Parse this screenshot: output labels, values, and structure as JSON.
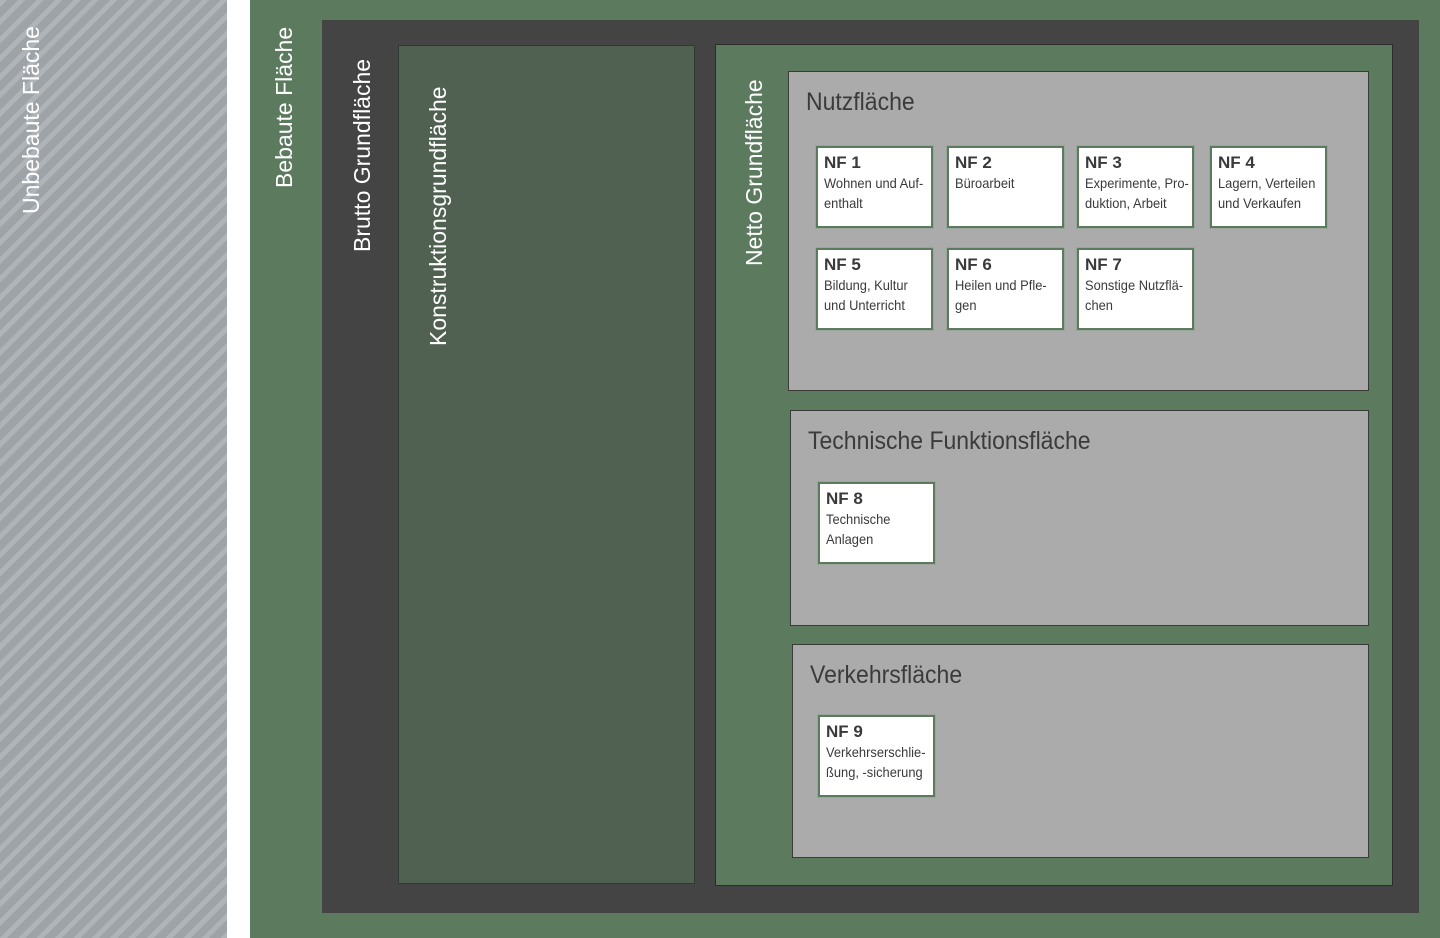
{
  "areas": {
    "unbebaut": "Unbebaute Fläche",
    "bebaut": "Bebaute Fläche",
    "brutto": "Brutto Grundfläche",
    "konstruktion": "Konstruktionsgrundfläche",
    "netto": "Netto Grundfläche"
  },
  "sections": {
    "nutzflaeche": "Nutzfläche",
    "technisch": "Technische Funktionsfläche",
    "verkehr": "Verkehrsfläche"
  },
  "cards": [
    {
      "code": "NF 1",
      "desc": "Wohnen und Auf-\nenthalt"
    },
    {
      "code": "NF 2",
      "desc": "Büroarbeit"
    },
    {
      "code": "NF 3",
      "desc": "Experimente, Pro-\nduktion, Arbeit"
    },
    {
      "code": "NF 4",
      "desc": "Lagern, Verteilen\nund Verkaufen"
    },
    {
      "code": "NF 5",
      "desc": "Bildung, Kultur\nund Unterricht"
    },
    {
      "code": "NF 6",
      "desc": "Heilen und Pfle-\ngen"
    },
    {
      "code": "NF 7",
      "desc": "Sonstige Nutzflä-\nchen"
    },
    {
      "code": "NF 8",
      "desc": "Technische\nAnlagen"
    },
    {
      "code": "NF 9",
      "desc": "Verkehrserschlie-\nßung, -sicherung"
    }
  ],
  "colors": {
    "green": "#5b7a5e",
    "dark": "#444444",
    "konstruktion": "#506151",
    "section": "#ababab",
    "hatch": "#9ea3a8"
  }
}
